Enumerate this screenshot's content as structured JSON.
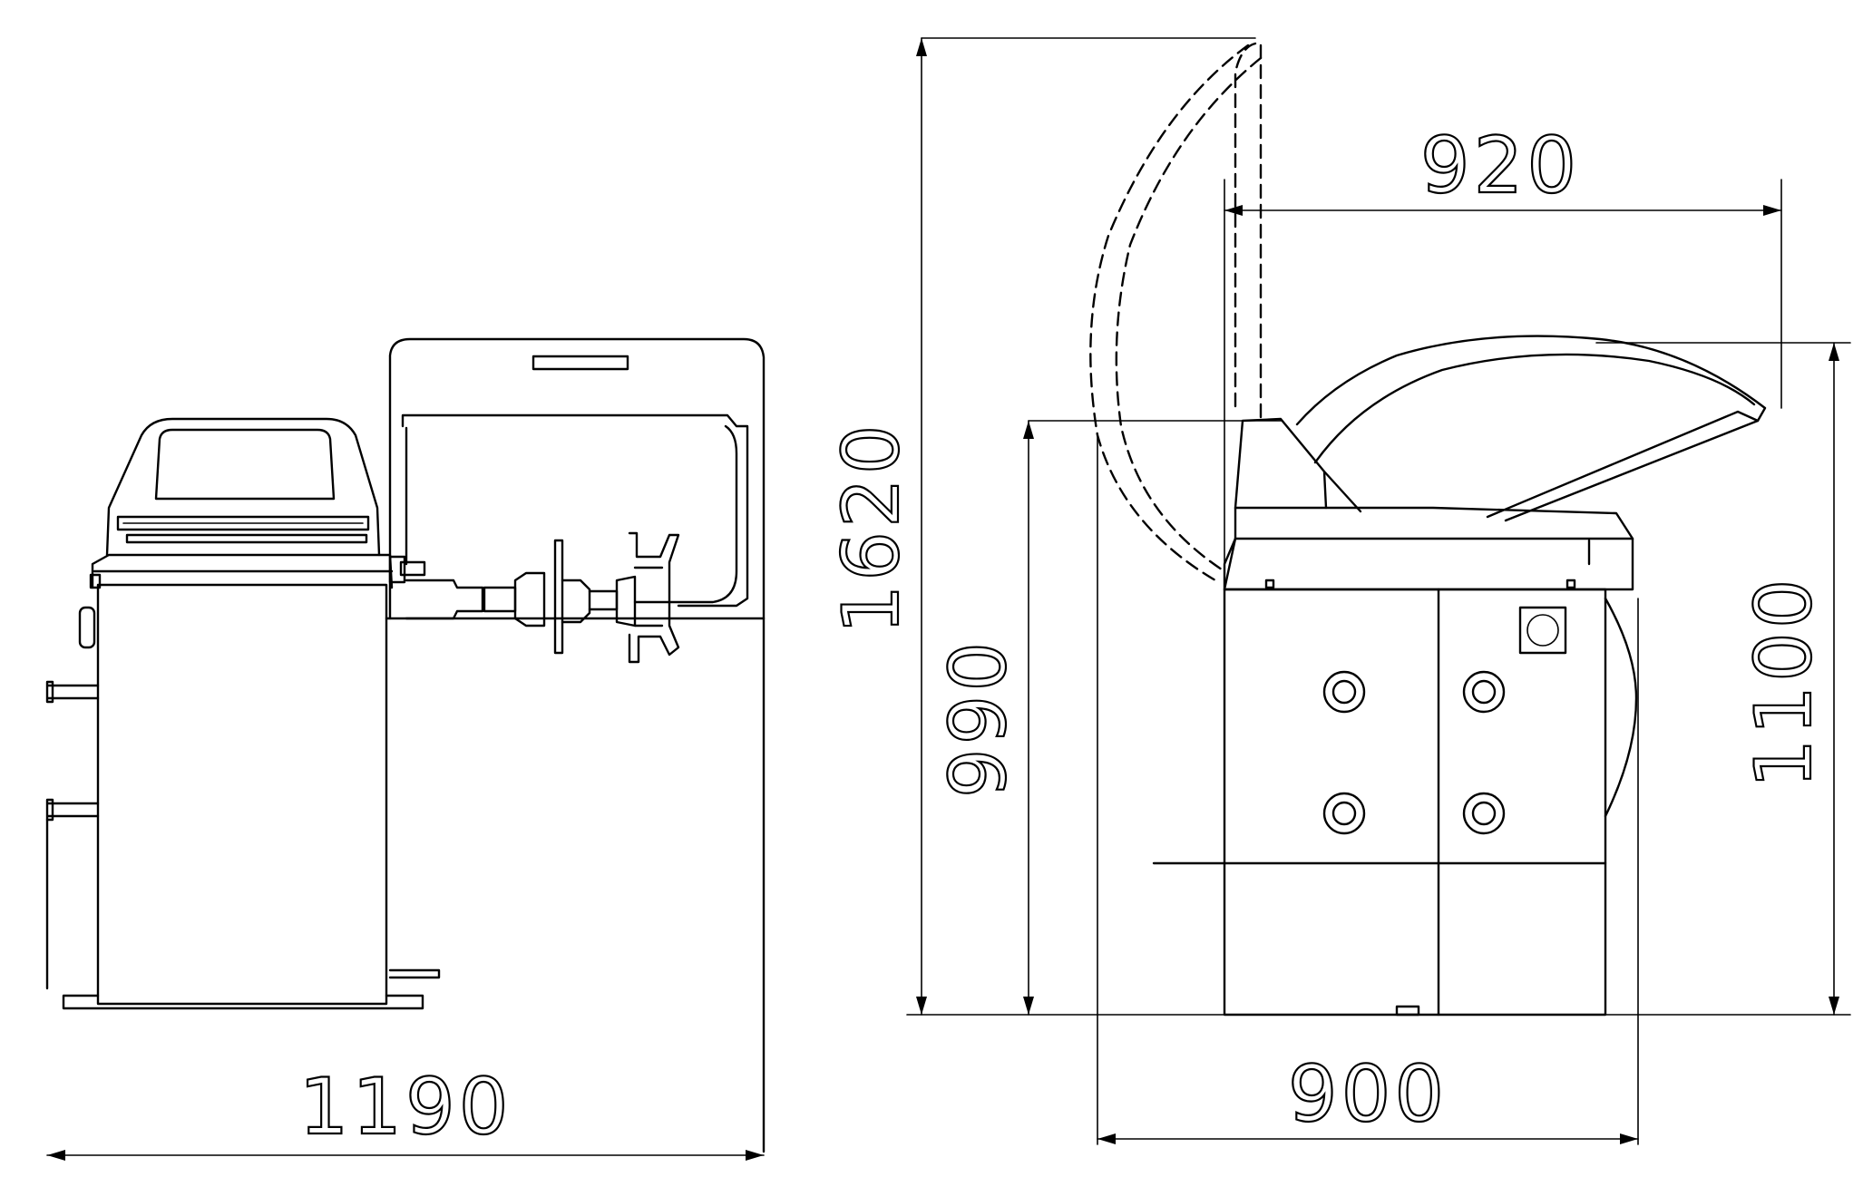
{
  "dimensions": {
    "width_front": "1190",
    "width_side": "900",
    "depth_top": "920",
    "height_total": "1620",
    "height_body": "990",
    "height_hood": "1100"
  },
  "colors": {
    "line": "#000000",
    "background": "#ffffff"
  }
}
